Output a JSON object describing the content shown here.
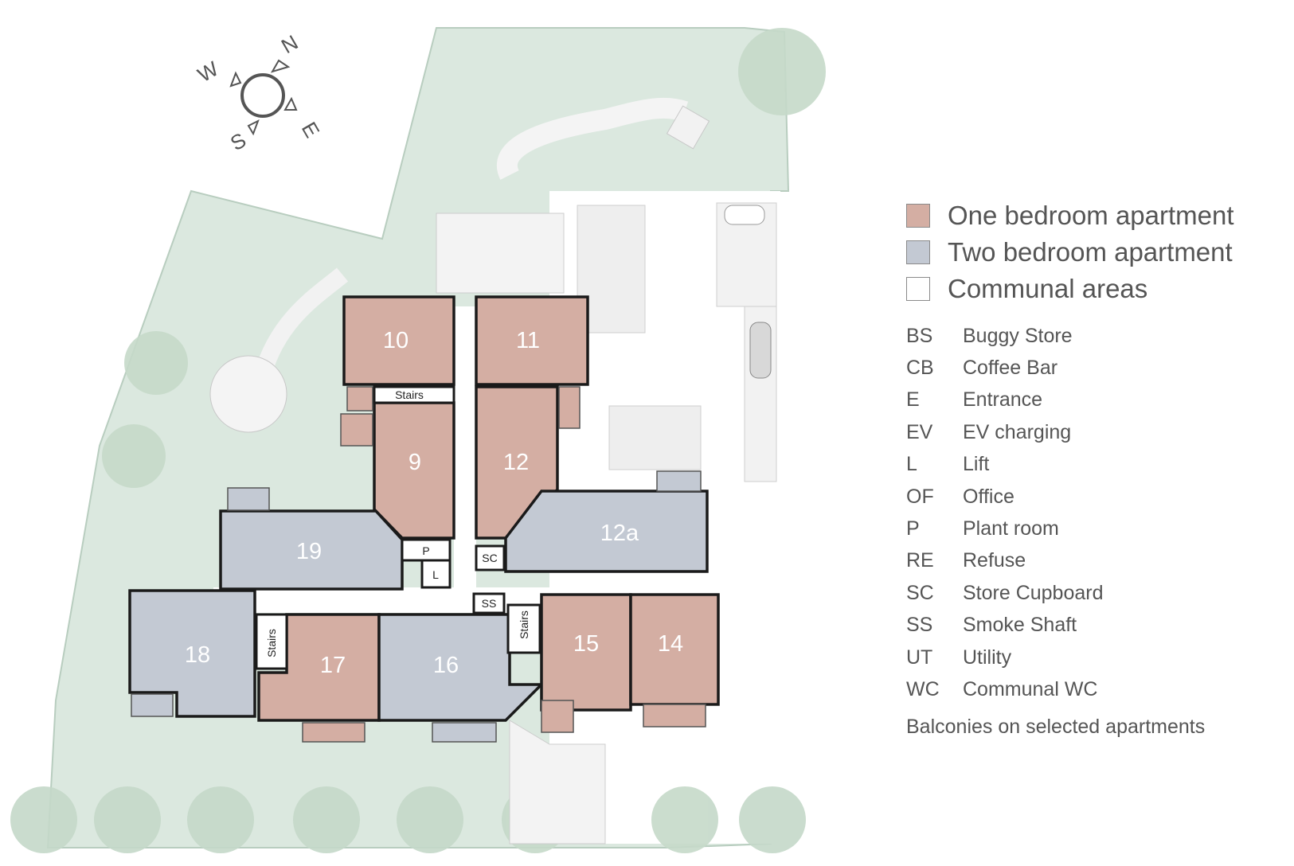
{
  "colors": {
    "one_bedroom": "#d4aea3",
    "two_bedroom": "#c3c9d3",
    "communal": "#ffffff",
    "garden": "#dbe8df",
    "walls": "#1a1a1a"
  },
  "compass": {
    "n": "N",
    "e": "E",
    "s": "S",
    "w": "W"
  },
  "legend": {
    "keys": [
      {
        "label": "One bedroom apartment",
        "color": "#d4aea3"
      },
      {
        "label": "Two bedroom apartment",
        "color": "#c3c9d3"
      },
      {
        "label": "Communal areas",
        "color": "#ffffff"
      }
    ],
    "abbreviations": [
      {
        "code": "BS",
        "text": "Buggy Store"
      },
      {
        "code": "CB",
        "text": "Coffee Bar"
      },
      {
        "code": "E",
        "text": "Entrance"
      },
      {
        "code": "EV",
        "text": "EV charging"
      },
      {
        "code": "L",
        "text": "Lift"
      },
      {
        "code": "OF",
        "text": "Office"
      },
      {
        "code": "P",
        "text": "Plant room"
      },
      {
        "code": "RE",
        "text": "Refuse"
      },
      {
        "code": "SC",
        "text": "Store Cupboard"
      },
      {
        "code": "SS",
        "text": "Smoke Shaft"
      },
      {
        "code": "UT",
        "text": "Utility"
      },
      {
        "code": "WC",
        "text": "Communal WC"
      }
    ],
    "note": "Balconies on selected apartments"
  },
  "units": {
    "u10": "10",
    "u11": "11",
    "u9": "9",
    "u12": "12",
    "u12a": "12a",
    "u19": "19",
    "u18": "18",
    "u17": "17",
    "u16": "16",
    "u15": "15",
    "u14": "14"
  },
  "labels": {
    "stairs_top": "Stairs",
    "stairs_left": "Stairs",
    "stairs_right": "Stairs",
    "plant": "P",
    "lift": "L",
    "store_cupboard": "SC",
    "smoke_shaft": "SS"
  }
}
